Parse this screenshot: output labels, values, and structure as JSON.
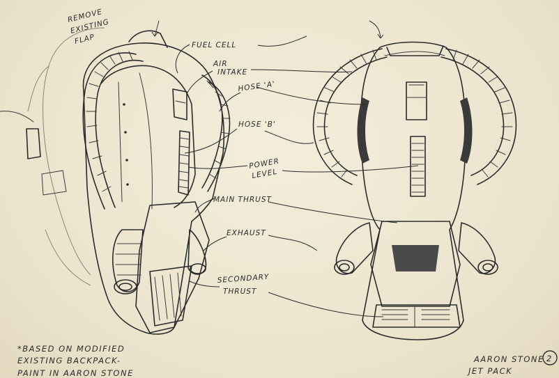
{
  "labels": {
    "remove_flap": [
      "REMOVE",
      "EXISTING",
      "FLAP"
    ],
    "fuel_cell": "FUEL CELL",
    "air_intake": [
      "AIR",
      "INTAKE"
    ],
    "hose_a": "HOSE 'A'",
    "hose_b": "HOSE 'B'",
    "power_level": [
      "POWER",
      "LEVEL"
    ],
    "main_thrust": "MAIN THRUST",
    "exhaust": "EXHAUST",
    "secondary_thrust": [
      "SECONDARY",
      "THRUST"
    ]
  },
  "notes": {
    "left": [
      "*BASED ON MODIFIED",
      "EXISTING BACKPACK-",
      "PAINT IN AARON STONE"
    ],
    "right": [
      "AARON STONE",
      "JET PACK"
    ],
    "right_number": "2"
  },
  "colors": {
    "paper": "#efe8d4",
    "ink": "#2b2b2b"
  }
}
